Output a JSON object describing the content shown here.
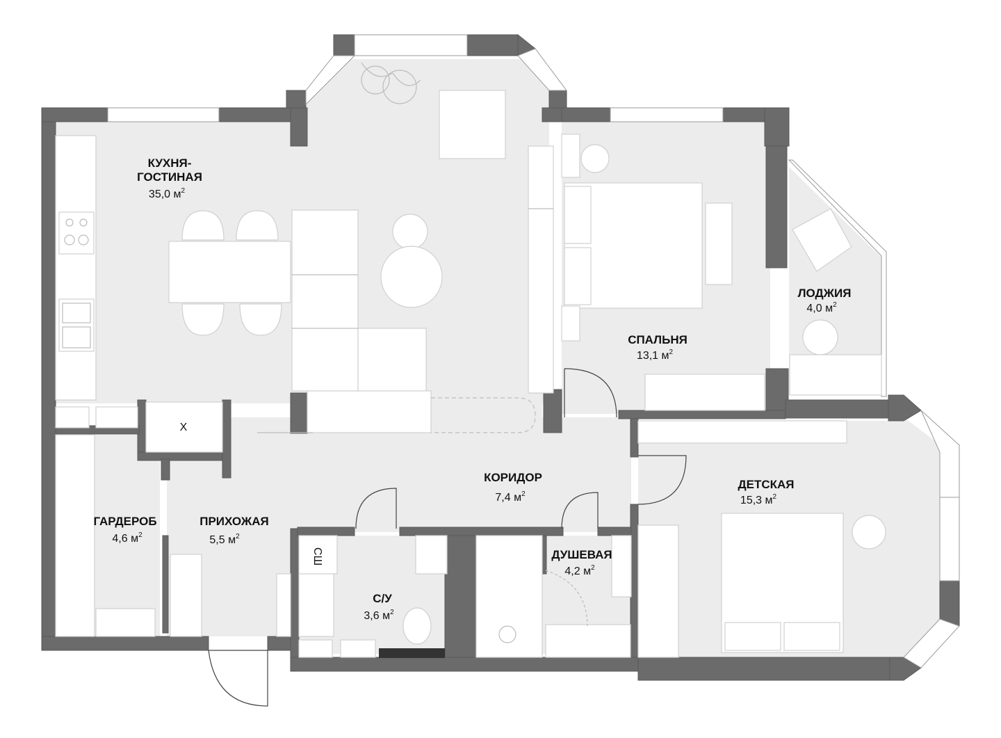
{
  "rooms": {
    "kitchen_living": {
      "label_line1": "КУХНЯ-",
      "label_line2": "ГОСТИНАЯ",
      "area": "35,0 м",
      "unit_sup": "2"
    },
    "bedroom": {
      "label": "СПАЛЬНЯ",
      "area": "13,1 м",
      "unit_sup": "2"
    },
    "loggia": {
      "label": "ЛОДЖИЯ",
      "area": "4,0 м",
      "unit_sup": "2"
    },
    "corridor": {
      "label": "КОРИДОР",
      "area": "7,4 м",
      "unit_sup": "2"
    },
    "nursery": {
      "label": "ДЕТСКАЯ",
      "area": "15,3 м",
      "unit_sup": "2"
    },
    "wardrobe": {
      "label": "ГАРДЕРОБ",
      "area": "4,6 м",
      "unit_sup": "2"
    },
    "hallway": {
      "label": "ПРИХОЖАЯ",
      "area": "5,5 м",
      "unit_sup": "2"
    },
    "shower": {
      "label": "ДУШЕВАЯ",
      "area": "4,2 м",
      "unit_sup": "2"
    },
    "bathroom": {
      "label": "С/У",
      "area": "3,6 м",
      "unit_sup": "2"
    }
  },
  "fixtures": {
    "washer_mark": "СШ",
    "cabinet_mark": "X"
  }
}
